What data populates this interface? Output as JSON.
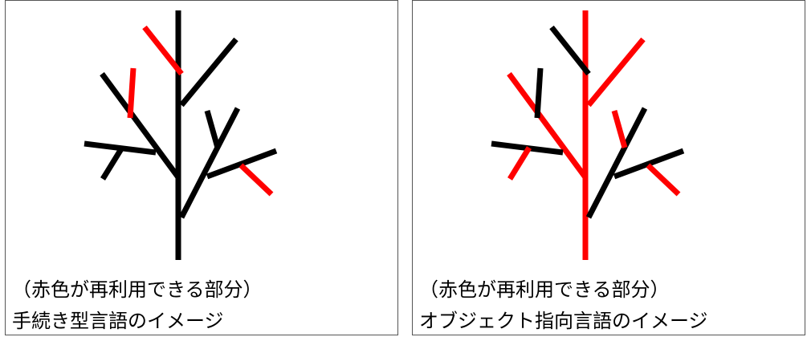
{
  "colors": {
    "reused": "#ff0000",
    "default": "#000000"
  },
  "panels": [
    {
      "note": "（赤色が再利用できる部分）",
      "title": "手続き型言語のイメージ",
      "red_branches": [
        "upper-left-twig",
        "left-top-twig",
        "right-lower-twig"
      ]
    },
    {
      "note": "（赤色が再利用できる部分）",
      "title": "オブジェクト指向言語のイメージ",
      "red_branches": [
        "trunk",
        "upper-right-branch",
        "left-upper-branch",
        "left-lower-twig",
        "right-upper-branch",
        "right-upper-twig",
        "right-lower-twig"
      ]
    }
  ]
}
